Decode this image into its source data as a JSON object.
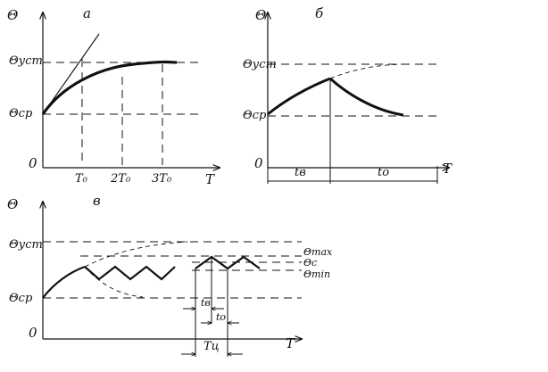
{
  "panels": {
    "a": {
      "letter": "а",
      "y_axis_label": "Θ",
      "x_axis_label": "T",
      "origin_label": "0",
      "steady_label": "Θуст",
      "ambient_label": "Θср",
      "ticks": [
        "T₀",
        "2T₀",
        "3T₀"
      ]
    },
    "b": {
      "letter": "б",
      "y_axis_label": "Θ",
      "x_axis_label": "T",
      "origin_label": "0",
      "steady_label": "Θуст",
      "ambient_label": "Θср",
      "heating_interval": "tв",
      "cooling_interval": "tо"
    },
    "c": {
      "letter": "в",
      "y_axis_label": "Θ",
      "x_axis_label": "T",
      "origin_label": "0",
      "steady_label": "Θуст",
      "ambient_label": "Θср",
      "max_label": "Θmax",
      "mean_label": "Θс",
      "min_label": "Θmin",
      "heating_interval": "tв",
      "cooling_interval": "tо",
      "cycle_label": "Tц"
    }
  }
}
